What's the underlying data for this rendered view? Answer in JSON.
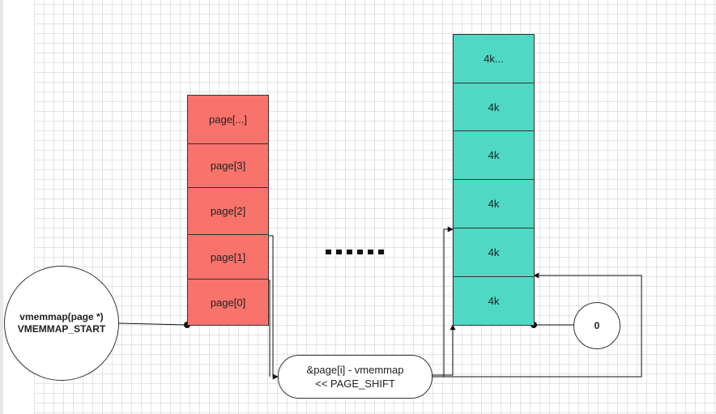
{
  "left_node": {
    "line1": "vmemmap(page *)",
    "line2": "VMEMMAP_START"
  },
  "page_array": [
    {
      "label": "page[...]"
    },
    {
      "label": "page[3]"
    },
    {
      "label": "page[2]"
    },
    {
      "label": "page[1]"
    },
    {
      "label": "page[0]"
    }
  ],
  "memory_blocks": [
    {
      "label": "4k..."
    },
    {
      "label": "4k"
    },
    {
      "label": "4k"
    },
    {
      "label": "4k"
    },
    {
      "label": "4k"
    },
    {
      "label": "4k"
    }
  ],
  "formula_node": {
    "line1": "&page[i] - vmemmap",
    "line2": "<< PAGE_SHIFT"
  },
  "zero_node": {
    "label": "0"
  },
  "colors": {
    "page_fill": "#f8736c",
    "memory_fill": "#4fd8c4",
    "stroke": "#333333"
  }
}
